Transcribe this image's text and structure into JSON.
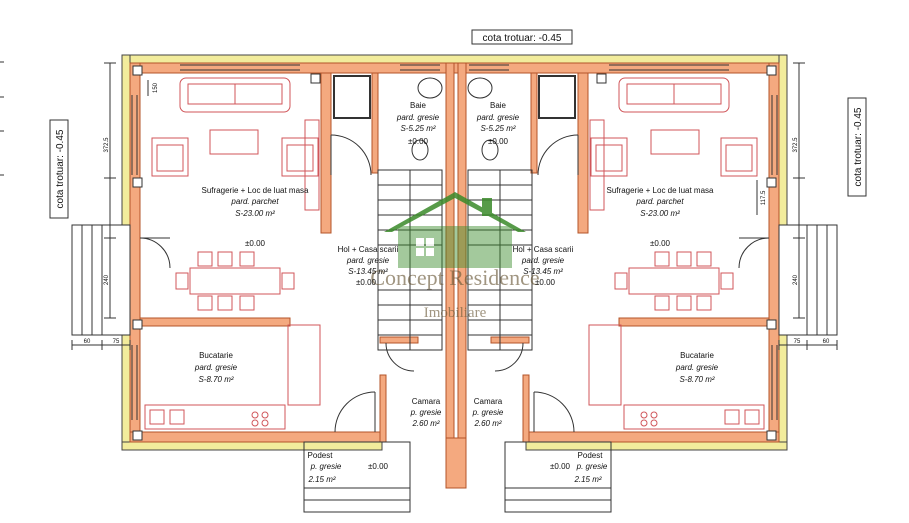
{
  "plan": {
    "cota_top": "cota trotuar: -0.45",
    "cota_left": "cota trotuar: -0.45",
    "cota_right": "cota trotuar: -0.45"
  },
  "rooms_left": {
    "baie": {
      "name": "Baie",
      "floor": "pard. gresie",
      "area": "S-5.25 m²",
      "level": "±0.00"
    },
    "living": {
      "name": "Sufragerie + Loc de luat masa",
      "floor": "pard. parchet",
      "area": "S-23.00 m²",
      "level": "±0.00"
    },
    "hol": {
      "name": "Hol + Casa scarii",
      "floor": "pard. gresie",
      "area": "S-13.45 m²",
      "level": "±0.00"
    },
    "bucatarie": {
      "name": "Bucatarie",
      "floor": "pard. gresie",
      "area": "S-8.70 m²"
    },
    "camara": {
      "name": "Camara",
      "floor": "p. gresie",
      "area": "2.60 m²"
    },
    "podest": {
      "name": "Podest",
      "floor": "p. gresie",
      "level": "±0.00",
      "area": "2.15 m²"
    }
  },
  "rooms_right": {
    "baie": {
      "name": "Baie",
      "floor": "pard. gresie",
      "area": "S-5.25 m²",
      "level": "±0.00"
    },
    "living": {
      "name": "Sufragerie + Loc de luat masa",
      "floor": "pard. parchet",
      "area": "S-23.00 m²",
      "level": "±0.00"
    },
    "hol": {
      "name": "Hol + Casa scarii",
      "floor": "pard. gresie",
      "area": "S-13.45 m²",
      "level": "±0.00"
    },
    "bucatarie": {
      "name": "Bucatarie",
      "floor": "pard. gresie",
      "area": "S-8.70 m²"
    },
    "camara": {
      "name": "Camara",
      "floor": "p. gresie",
      "area": "2.60 m²"
    },
    "podest": {
      "name": "Podest",
      "floor": "p. gresie",
      "level": "±0.00",
      "area": "2.15 m²"
    }
  },
  "dims": {
    "d150": "150",
    "d3725": "372.5",
    "d240": "240",
    "d60": "60",
    "d75": "75",
    "d1175": "117.5"
  },
  "watermark": {
    "line1": "Concept Residence",
    "line2": "Imobiliare",
    "color": "#3a8a2a"
  },
  "colors": {
    "wall_fill": "#f4a97f",
    "wall_stroke": "#b3542a",
    "insulation": "#f2ec9c",
    "furniture": "#d0565a"
  }
}
